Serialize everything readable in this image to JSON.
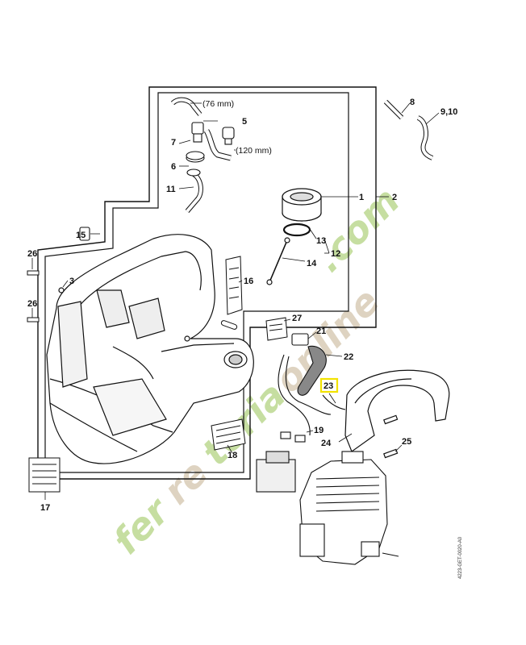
{
  "callouts": [
    {
      "id": "c1",
      "text": "1"
    },
    {
      "id": "c2",
      "text": "2"
    },
    {
      "id": "c3",
      "text": "3"
    },
    {
      "id": "c5",
      "text": "5"
    },
    {
      "id": "c6",
      "text": "6"
    },
    {
      "id": "c7",
      "text": "7"
    },
    {
      "id": "c8",
      "text": "8"
    },
    {
      "id": "c910",
      "text": "9,10"
    },
    {
      "id": "c11",
      "text": "11"
    },
    {
      "id": "c12",
      "text": "12"
    },
    {
      "id": "c13",
      "text": "13"
    },
    {
      "id": "c14",
      "text": "14"
    },
    {
      "id": "c15",
      "text": "15"
    },
    {
      "id": "c16",
      "text": "16"
    },
    {
      "id": "c17",
      "text": "17"
    },
    {
      "id": "c18",
      "text": "18"
    },
    {
      "id": "c19",
      "text": "19"
    },
    {
      "id": "c21",
      "text": "21"
    },
    {
      "id": "c22",
      "text": "22"
    },
    {
      "id": "c23",
      "text": "23"
    },
    {
      "id": "c24",
      "text": "24"
    },
    {
      "id": "c25",
      "text": "25"
    },
    {
      "id": "c26a",
      "text": "26"
    },
    {
      "id": "c26b",
      "text": "26"
    },
    {
      "id": "c27",
      "text": "27"
    }
  ],
  "notes": {
    "hose_short": "(76 mm)",
    "hose_long": "(120 mm)"
  },
  "highlight": {
    "part": "23",
    "color": "#f2e200"
  },
  "drawing_code": "4223-GET-0020-A0",
  "watermark": {
    "text": "ferreteriaonline.com",
    "color_green": "#b9d98a",
    "color_brown": "#d4c6b0"
  }
}
